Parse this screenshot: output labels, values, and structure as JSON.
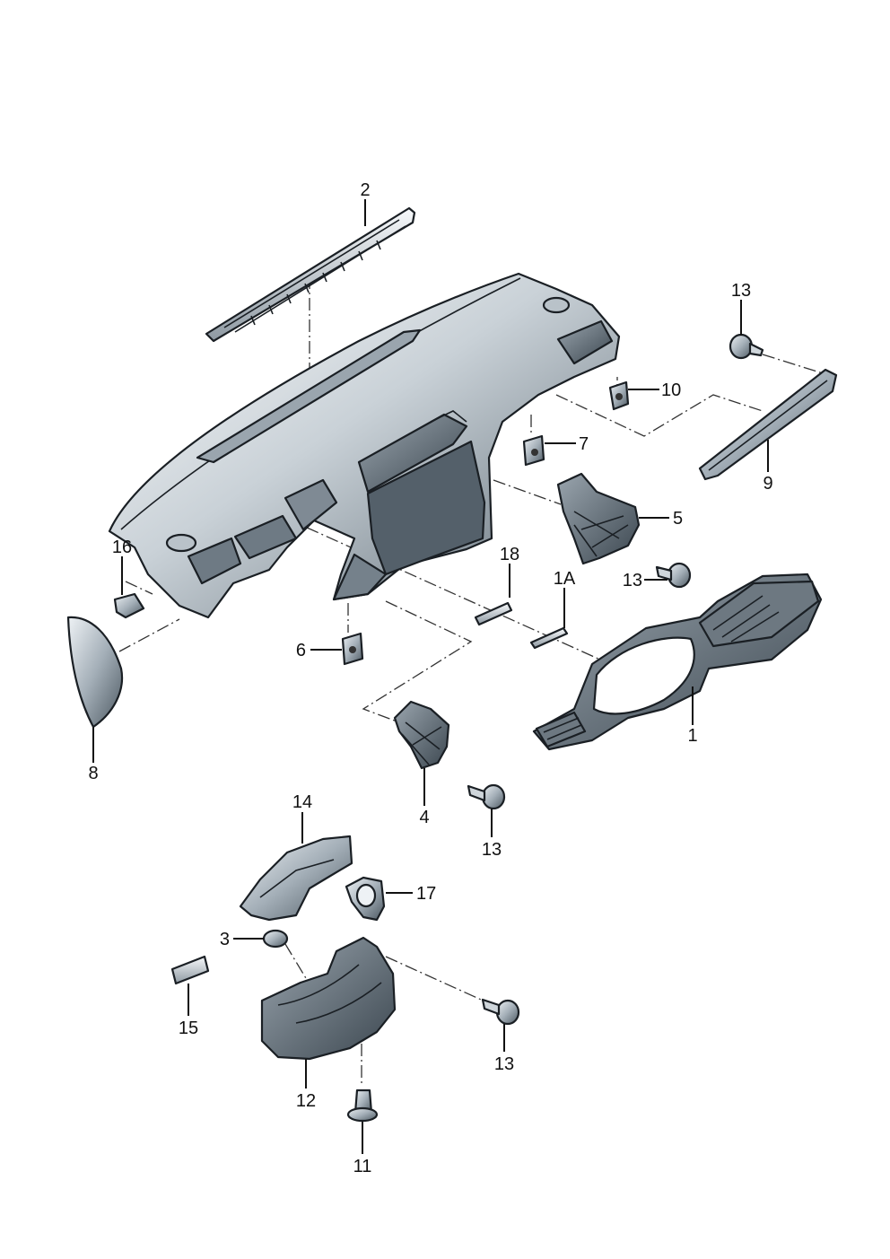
{
  "diagram": {
    "callouts": [
      {
        "id": "c-2",
        "label": "2"
      },
      {
        "id": "c-13a",
        "label": "13"
      },
      {
        "id": "c-10",
        "label": "10"
      },
      {
        "id": "c-7",
        "label": "7"
      },
      {
        "id": "c-9",
        "label": "9"
      },
      {
        "id": "c-5",
        "label": "5"
      },
      {
        "id": "c-16",
        "label": "16"
      },
      {
        "id": "c-18",
        "label": "18"
      },
      {
        "id": "c-1a",
        "label": "1A"
      },
      {
        "id": "c-13b",
        "label": "13"
      },
      {
        "id": "c-6",
        "label": "6"
      },
      {
        "id": "c-1",
        "label": "1"
      },
      {
        "id": "c-8",
        "label": "8"
      },
      {
        "id": "c-4",
        "label": "4"
      },
      {
        "id": "c-13c",
        "label": "13"
      },
      {
        "id": "c-14",
        "label": "14"
      },
      {
        "id": "c-17",
        "label": "17"
      },
      {
        "id": "c-3",
        "label": "3"
      },
      {
        "id": "c-15",
        "label": "15"
      },
      {
        "id": "c-13d",
        "label": "13"
      },
      {
        "id": "c-12",
        "label": "12"
      },
      {
        "id": "c-11",
        "label": "11"
      }
    ]
  },
  "colors": {
    "part_fill_light": "#f4f7f9",
    "part_fill_mid": "#aeb8c0",
    "part_fill_dark": "#56636d",
    "outline": "#1a1f24"
  }
}
